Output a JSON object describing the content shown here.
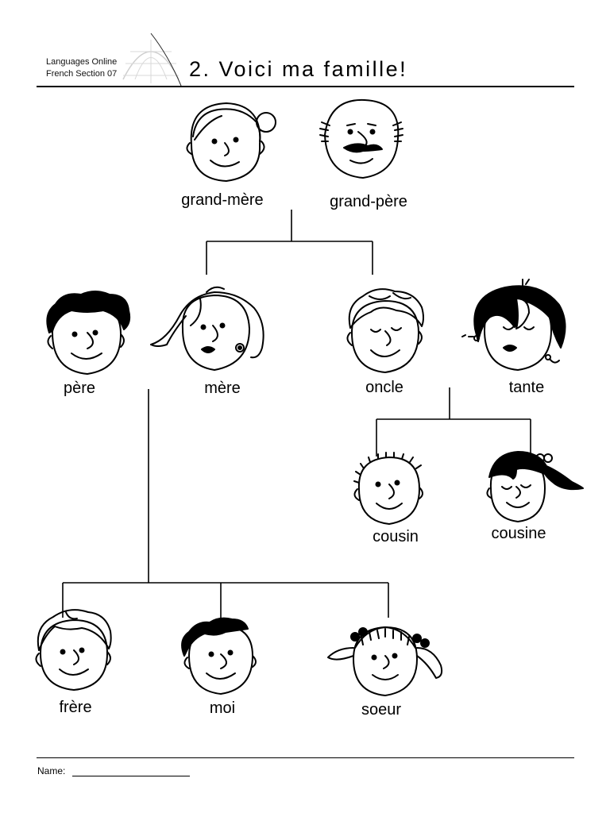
{
  "header": {
    "publisher_line1": "Languages Online",
    "publisher_line2": "French Section 07",
    "title": "2.  Voici ma famille!"
  },
  "footer": {
    "name_label": "Name:"
  },
  "family_tree": {
    "members": [
      {
        "id": "grand-mere",
        "label": "grand-mère",
        "icon": "grandmother-face-icon"
      },
      {
        "id": "grand-pere",
        "label": "grand-père",
        "icon": "grandfather-face-icon"
      },
      {
        "id": "pere",
        "label": "père",
        "icon": "father-face-icon"
      },
      {
        "id": "mere",
        "label": "mère",
        "icon": "mother-face-icon"
      },
      {
        "id": "oncle",
        "label": "oncle",
        "icon": "uncle-face-icon"
      },
      {
        "id": "tante",
        "label": "tante",
        "icon": "aunt-face-icon"
      },
      {
        "id": "cousin",
        "label": "cousin",
        "icon": "male-cousin-face-icon"
      },
      {
        "id": "cousine",
        "label": "cousine",
        "icon": "female-cousin-face-icon"
      },
      {
        "id": "frere",
        "label": "frère",
        "icon": "brother-face-icon"
      },
      {
        "id": "moi",
        "label": "moi",
        "icon": "self-face-icon"
      },
      {
        "id": "soeur",
        "label": "soeur",
        "icon": "sister-face-icon"
      }
    ],
    "relations": [
      {
        "from": "grand-mere",
        "to": "mere"
      },
      {
        "from": "grand-pere",
        "to": "oncle"
      },
      {
        "from": "oncle",
        "to": "cousin"
      },
      {
        "from": "tante",
        "to": "cousine"
      },
      {
        "from": "pere",
        "to": "frere"
      },
      {
        "from": "mere",
        "to": "moi"
      },
      {
        "from": "pere",
        "to": "soeur"
      }
    ]
  }
}
